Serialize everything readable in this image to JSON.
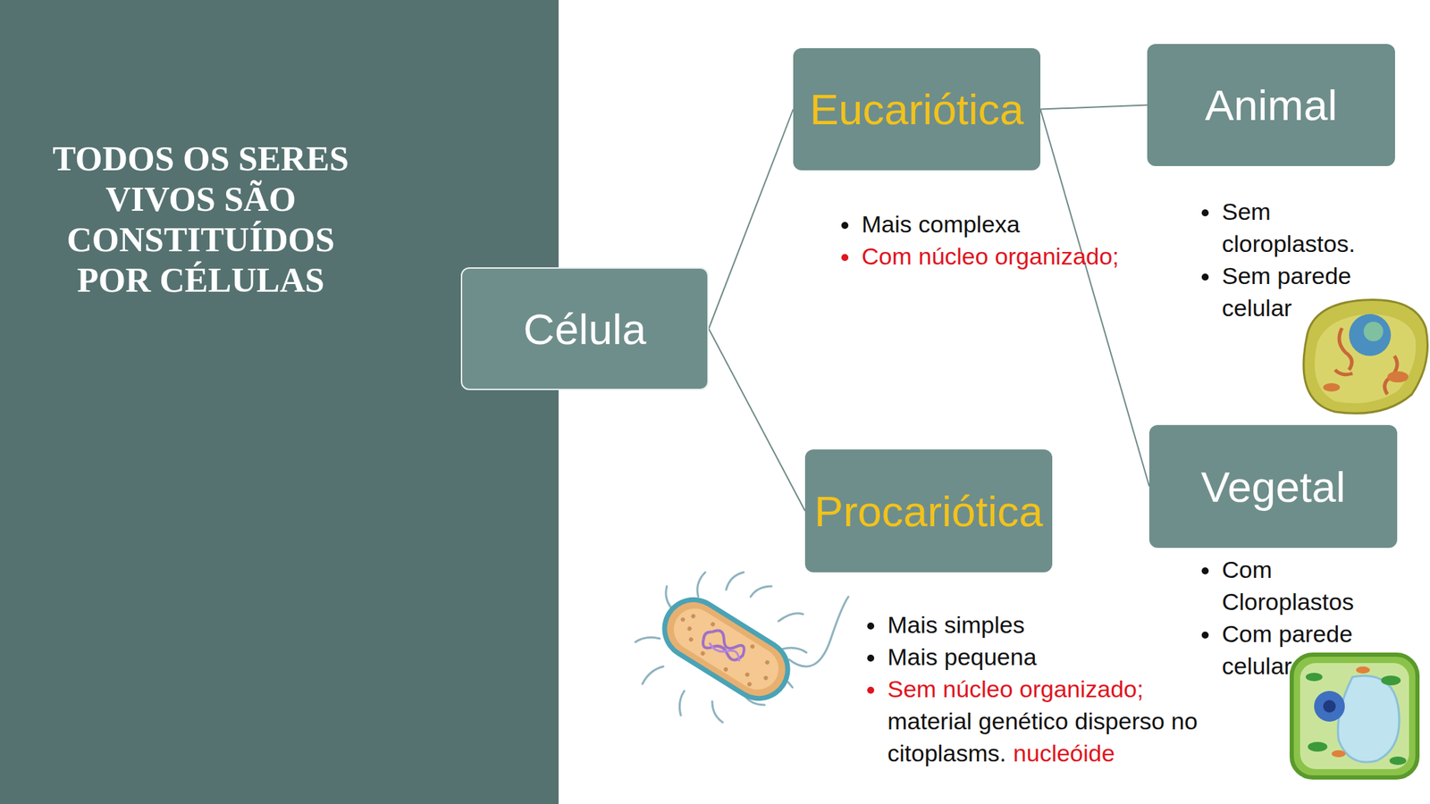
{
  "diagram": {
    "title": "TODOS OS SERES VIVOS SÃO CONSTITUÍDOS POR CÉLULAS",
    "nodes": [
      {
        "text": [
          "Célula"
        ]
      },
      {
        "text": [
          "Eucariótica"
        ]
      },
      {
        "text": [
          "Animal"
        ]
      },
      {
        "text": [
          "Vegetal"
        ]
      },
      {
        "text": [
          "Procariótica"
        ]
      }
    ],
    "edges": [
      {
        "from": 0,
        "to": 1,
        "arrow": "none"
      },
      {
        "from": 0,
        "to": 4,
        "arrow": "none"
      },
      {
        "from": 1,
        "to": 2,
        "arrow": "none"
      },
      {
        "from": 1,
        "to": 3,
        "arrow": "none"
      }
    ],
    "labels": [
      "Mais complexa",
      "Com núcleo organizado;",
      "Sem cloroplastos.",
      "Sem parede celular",
      "Com Cloroplastos",
      "Com parede celular",
      "Mais simples",
      "Mais pequena",
      "Sem núcleo organizado;",
      "material genético disperso no citoplasms.",
      "nucleóide"
    ]
  }
}
